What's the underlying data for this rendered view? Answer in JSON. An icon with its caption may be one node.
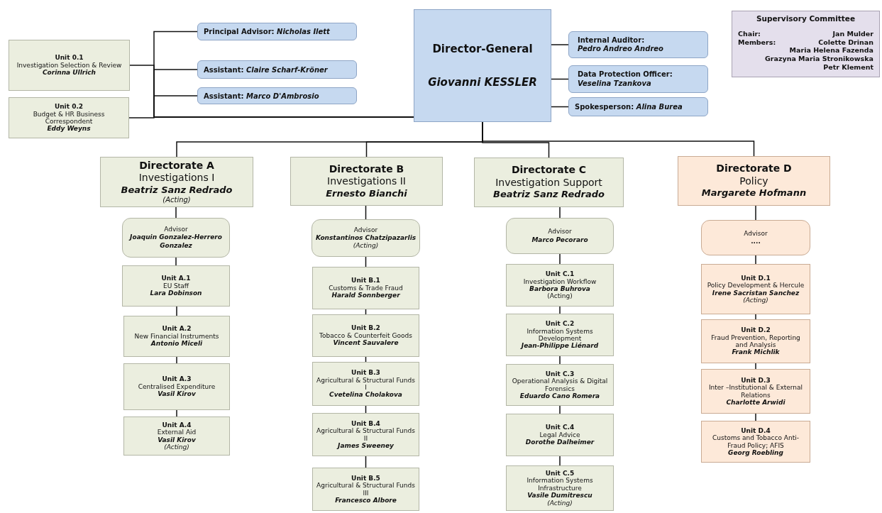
{
  "diagram": {
    "nodes": [
      {
        "text": [
          "Director-General",
          "Giovanni KESSLER"
        ]
      },
      {
        "text": [
          "Principal Advisor: *Nicholas Ilett*"
        ]
      },
      {
        "text": [
          "Assistant: *Claire Scharf-Kröner*"
        ]
      },
      {
        "text": [
          "Assistant: *Marco D'Ambrosio*"
        ]
      },
      {
        "text": [
          "Internal Auditor:",
          "Pedro Andreo Andreo"
        ]
      },
      {
        "text": [
          "Data Protection Officer:",
          "Veselina Tzankova"
        ]
      },
      {
        "text": [
          "Spokesperson:  *Alina Burea*"
        ]
      },
      {
        "text": [
          "Supervisory Committee",
          "Chair:",
          "Jan Mulder",
          "Members:",
          "Colette Drinan",
          "Maria Helena Fazenda",
          "Grazyna Maria Stronikowska",
          "Petr Klement"
        ]
      },
      {
        "text": [
          "Unit 0.1",
          "Investigation Selection & Review",
          "Corinna Ullrich"
        ]
      },
      {
        "text": [
          "Unit 0.2",
          "Budget & HR Business Correspondent",
          "Eddy Weyns"
        ]
      },
      {
        "text": [
          "Directorate A",
          "Investigations I",
          "Beatriz Sanz Redrado",
          "(Acting)"
        ]
      },
      {
        "text": [
          "Advisor",
          "Joaquin Gonzalez-Herrero Gonzalez"
        ]
      },
      {
        "text": [
          "Unit A.1",
          "EU Staff",
          "Lara Dobinson"
        ]
      },
      {
        "text": [
          "Unit A.2",
          "New Financial Instruments",
          "Antonio Miceli"
        ]
      },
      {
        "text": [
          "Unit A.3",
          "Centralised Expenditure",
          "Vasil Kirov"
        ]
      },
      {
        "text": [
          "Unit A.4",
          "External Aid",
          "Vasil Kirov",
          "(Acting)"
        ]
      },
      {
        "text": [
          "Directorate B",
          "Investigations II",
          "Ernesto Bianchi"
        ]
      },
      {
        "text": [
          "Advisor",
          "**Konstantinos Chatzipazarlis** (Acting)"
        ]
      },
      {
        "text": [
          "Unit B.1",
          "Customs & Trade Fraud",
          "Harald Sonnberger"
        ]
      },
      {
        "text": [
          "Unit B.2",
          "Tobacco & Counterfeit Goods",
          "Vincent Sauvalere"
        ]
      },
      {
        "text": [
          "Unit B.3",
          "Agricultural & Structural Funds I",
          "Cvetelina Cholakova"
        ]
      },
      {
        "text": [
          "Unit B.4",
          "Agricultural & Structural Funds II",
          "James Sweeney"
        ]
      },
      {
        "text": [
          "Unit B.5",
          "Agricultural & Structural Funds III",
          "Francesco  Albore"
        ]
      },
      {
        "text": [
          "Directorate C",
          "Investigation Support",
          "Beatriz Sanz Redrado"
        ]
      },
      {
        "text": [
          "Advisor",
          "Marco Pecoraro"
        ]
      },
      {
        "text": [
          "Unit C.1",
          "Investigation Workflow",
          "Barbora Buhrova",
          "(Acting)"
        ]
      },
      {
        "text": [
          "Unit C.2",
          "Information Systems Development",
          "Jean-Philippe Liénard"
        ]
      },
      {
        "text": [
          "Unit C.3",
          "Operational Analysis & Digital Forensics",
          "Eduardo Cano Romera"
        ]
      },
      {
        "text": [
          "Unit C.4",
          "Legal Advice",
          "Dorothe Dalheimer"
        ]
      },
      {
        "text": [
          "Unit C.5",
          "Information Systems Infrastructure",
          "Vasile Dumitrescu",
          "(Acting)"
        ]
      },
      {
        "text": [
          "Directorate D",
          "Policy",
          "Margarete Hofmann"
        ]
      },
      {
        "text": [
          "Advisor",
          "...."
        ]
      },
      {
        "text": [
          "Unit D.1",
          "Policy Development & Hercule",
          "**Irene Sacristan Sanchez** (Acting)"
        ]
      },
      {
        "text": [
          "Unit D.2",
          "Fraud Prevention, Reporting and Analysis",
          "Frank Michlik"
        ]
      },
      {
        "text": [
          "Unit D.3",
          "Inter –Institutional & External Relations",
          "Charlotte Arwidi"
        ]
      },
      {
        "text": [
          "Unit D.4",
          "Customs and Tobacco Anti-Fraud Policy; AFIS",
          "Georg Roebling"
        ]
      }
    ],
    "edges": [
      {
        "from": 0,
        "to": 1,
        "arrow": "none"
      },
      {
        "from": 0,
        "to": 2,
        "arrow": "none"
      },
      {
        "from": 0,
        "to": 3,
        "arrow": "none"
      },
      {
        "from": 0,
        "to": 4,
        "arrow": "none"
      },
      {
        "from": 0,
        "to": 5,
        "arrow": "none"
      },
      {
        "from": 0,
        "to": 6,
        "arrow": "none"
      },
      {
        "from": 0,
        "to": 8,
        "arrow": "none"
      },
      {
        "from": 0,
        "to": 9,
        "arrow": "none"
      },
      {
        "from": 0,
        "to": 10,
        "arrow": "none"
      },
      {
        "from": 0,
        "to": 16,
        "arrow": "none"
      },
      {
        "from": 0,
        "to": 23,
        "arrow": "none"
      },
      {
        "from": 0,
        "to": 30,
        "arrow": "none"
      },
      {
        "from": 10,
        "to": 11,
        "arrow": "none"
      },
      {
        "from": 11,
        "to": 12,
        "arrow": "none"
      },
      {
        "from": 12,
        "to": 13,
        "arrow": "none"
      },
      {
        "from": 13,
        "to": 14,
        "arrow": "none"
      },
      {
        "from": 14,
        "to": 15,
        "arrow": "none"
      },
      {
        "from": 16,
        "to": 17,
        "arrow": "none"
      },
      {
        "from": 17,
        "to": 18,
        "arrow": "none"
      },
      {
        "from": 18,
        "to": 19,
        "arrow": "none"
      },
      {
        "from": 19,
        "to": 20,
        "arrow": "none"
      },
      {
        "from": 20,
        "to": 21,
        "arrow": "none"
      },
      {
        "from": 21,
        "to": 22,
        "arrow": "none"
      },
      {
        "from": 23,
        "to": 24,
        "arrow": "none"
      },
      {
        "from": 24,
        "to": 25,
        "arrow": "none"
      },
      {
        "from": 25,
        "to": 26,
        "arrow": "none"
      },
      {
        "from": 26,
        "to": 27,
        "arrow": "none"
      },
      {
        "from": 27,
        "to": 28,
        "arrow": "none"
      },
      {
        "from": 28,
        "to": 29,
        "arrow": "none"
      },
      {
        "from": 30,
        "to": 31,
        "arrow": "none"
      },
      {
        "from": 31,
        "to": 32,
        "arrow": "none"
      },
      {
        "from": 32,
        "to": 33,
        "arrow": "none"
      },
      {
        "from": 33,
        "to": 34,
        "arrow": "none"
      },
      {
        "from": 34,
        "to": 35,
        "arrow": "none"
      }
    ]
  }
}
